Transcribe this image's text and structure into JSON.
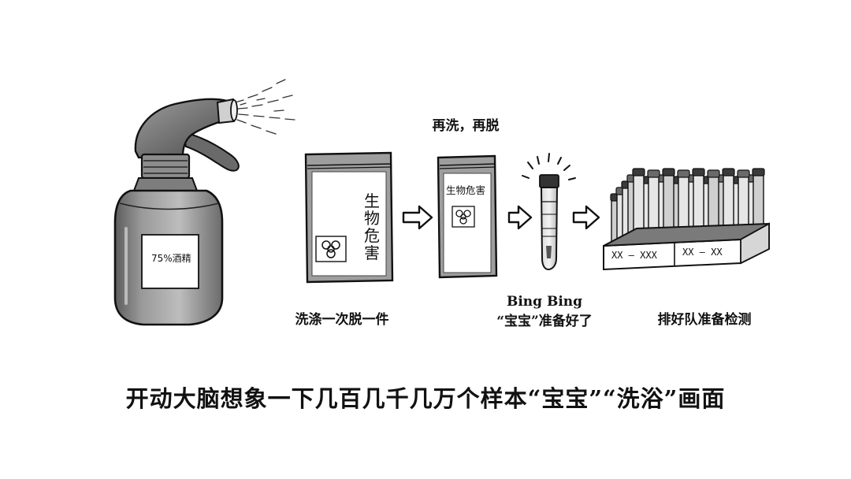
{
  "spray_bottle": {
    "label": "75%酒精"
  },
  "bag_large": {
    "label": "生物危害"
  },
  "bag_small": {
    "label": "生物危害"
  },
  "caption_top": "再洗，再脱",
  "caption_wash": "洗涤一次脱一件",
  "caption_ready_line1": "Bing Bing",
  "caption_ready_line2": "“宝宝”准备好了",
  "caption_queue": "排好队准备检测",
  "rack_labels": [
    "XX — XXX",
    "XX — XX"
  ],
  "main_caption": "开动大脑想象一下几百几千几万个样本“宝宝”“洗浴”画面",
  "icons": [
    "spray-bottle-icon",
    "biohazard-icon",
    "arrow-right-icon",
    "sample-tube-icon",
    "tube-rack-icon"
  ]
}
